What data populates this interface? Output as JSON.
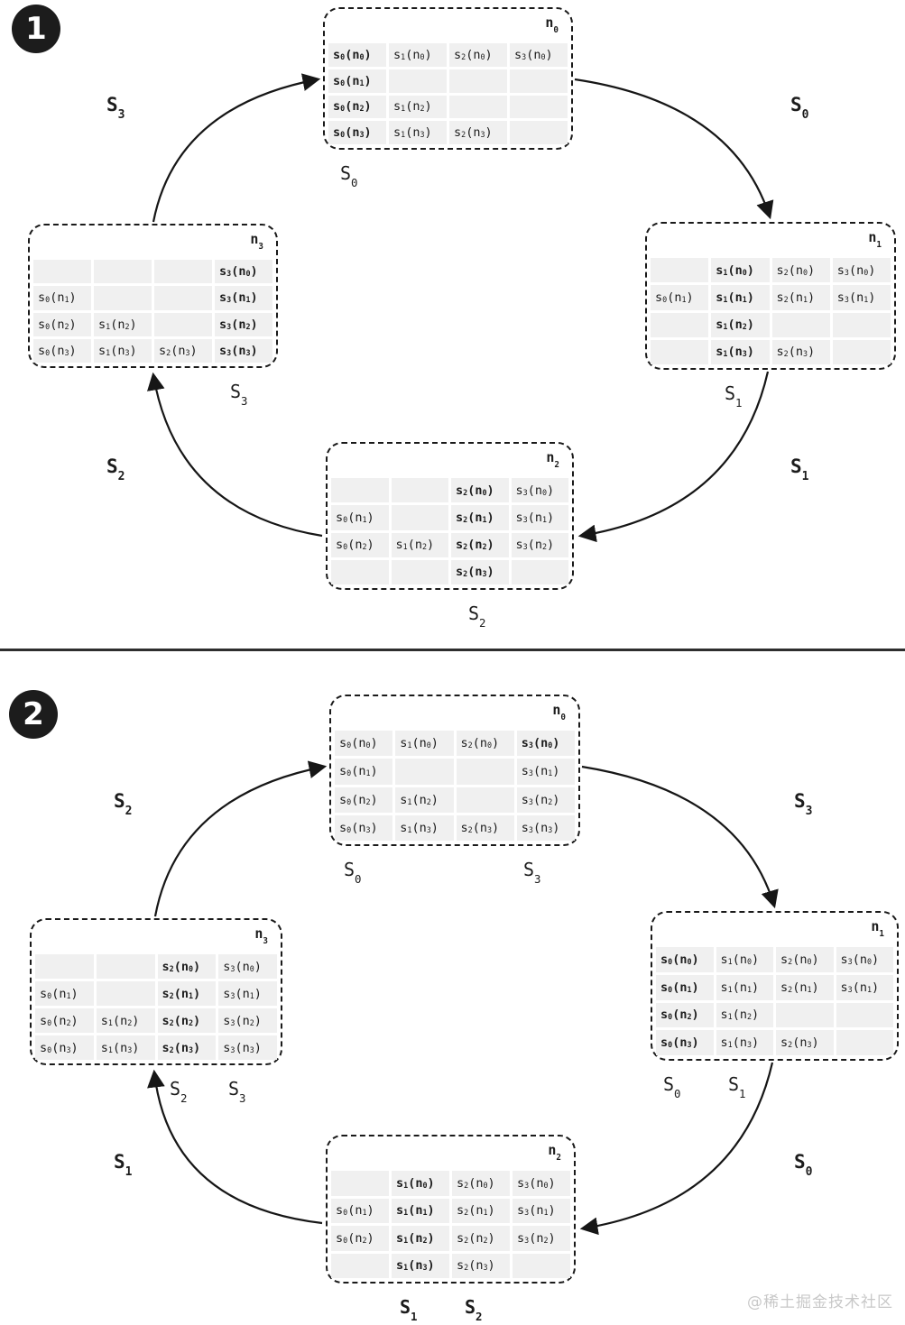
{
  "watermark": "@稀土掘金技术社区",
  "colors": {
    "cell_bg": "#f0f0f0",
    "line": "#161616",
    "badge_bg": "#1c1c1c",
    "watermark": "#c8c8c8"
  },
  "diagrams": [
    {
      "badge": "1",
      "corner_labels": {
        "top_left": "S3",
        "top_right": "S0",
        "bottom_right": "S1",
        "bottom_left": "S2"
      },
      "nodes": {
        "n0": {
          "title": "n0",
          "below": [
            {
              "t": "S0"
            }
          ],
          "cells": [
            [
              {
                "t": "s0(n0)",
                "b": 1
              },
              {
                "t": "s1(n0)"
              },
              {
                "t": "s2(n0)"
              },
              {
                "t": "s3(n0)"
              }
            ],
            [
              {
                "t": "s0(n1)",
                "b": 1
              },
              null,
              null,
              null
            ],
            [
              {
                "t": "s0(n2)",
                "b": 1
              },
              {
                "t": "s1(n2)"
              },
              null,
              null
            ],
            [
              {
                "t": "s0(n3)",
                "b": 1
              },
              {
                "t": "s1(n3)"
              },
              {
                "t": "s2(n3)"
              },
              null
            ]
          ]
        },
        "n1": {
          "title": "n1",
          "below": [
            {
              "t": "S1"
            }
          ],
          "cells": [
            [
              null,
              {
                "t": "s1(n0)",
                "b": 1
              },
              {
                "t": "s2(n0)"
              },
              {
                "t": "s3(n0)"
              }
            ],
            [
              {
                "t": "s0(n1)"
              },
              {
                "t": "s1(n1)",
                "b": 1
              },
              {
                "t": "s2(n1)"
              },
              {
                "t": "s3(n1)"
              }
            ],
            [
              null,
              {
                "t": "s1(n2)",
                "b": 1
              },
              null,
              null
            ],
            [
              null,
              {
                "t": "s1(n3)",
                "b": 1
              },
              {
                "t": "s2(n3)"
              },
              null
            ]
          ]
        },
        "n2": {
          "title": "n2",
          "below": [
            {
              "t": "S2"
            }
          ],
          "cells": [
            [
              null,
              null,
              {
                "t": "s2(n0)",
                "b": 1
              },
              {
                "t": "s3(n0)"
              }
            ],
            [
              {
                "t": "s0(n1)"
              },
              null,
              {
                "t": "s2(n1)",
                "b": 1
              },
              {
                "t": "s3(n1)"
              }
            ],
            [
              {
                "t": "s0(n2)"
              },
              {
                "t": "s1(n2)"
              },
              {
                "t": "s2(n2)",
                "b": 1
              },
              {
                "t": "s3(n2)"
              }
            ],
            [
              null,
              null,
              {
                "t": "s2(n3)",
                "b": 1
              },
              null
            ]
          ]
        },
        "n3": {
          "title": "n3",
          "below": [
            {
              "t": "S3"
            }
          ],
          "cells": [
            [
              null,
              null,
              null,
              {
                "t": "s3(n0)",
                "b": 1
              }
            ],
            [
              {
                "t": "s0(n1)"
              },
              null,
              null,
              {
                "t": "s3(n1)",
                "b": 1
              }
            ],
            [
              {
                "t": "s0(n2)"
              },
              {
                "t": "s1(n2)"
              },
              null,
              {
                "t": "s3(n2)",
                "b": 1
              }
            ],
            [
              {
                "t": "s0(n3)"
              },
              {
                "t": "s1(n3)"
              },
              {
                "t": "s2(n3)"
              },
              {
                "t": "s3(n3)",
                "b": 1
              }
            ]
          ]
        }
      }
    },
    {
      "badge": "2",
      "corner_labels": {
        "top_left": "S2",
        "top_right": "S3",
        "bottom_right": "S0",
        "bottom_left": "S1"
      },
      "nodes": {
        "n0": {
          "title": "n0",
          "below": [
            {
              "t": "S0"
            },
            {
              "t": "S3"
            }
          ],
          "cells": [
            [
              {
                "t": "s0(n0)"
              },
              {
                "t": "s1(n0)"
              },
              {
                "t": "s2(n0)"
              },
              {
                "t": "s3(n0)",
                "b": 1
              }
            ],
            [
              {
                "t": "s0(n1)"
              },
              null,
              null,
              {
                "t": "s3(n1)"
              }
            ],
            [
              {
                "t": "s0(n2)"
              },
              {
                "t": "s1(n2)"
              },
              null,
              {
                "t": "s3(n2)"
              }
            ],
            [
              {
                "t": "s0(n3)"
              },
              {
                "t": "s1(n3)"
              },
              {
                "t": "s2(n3)"
              },
              {
                "t": "s3(n3)"
              }
            ]
          ]
        },
        "n1": {
          "title": "n1",
          "below": [
            {
              "t": "S0"
            },
            {
              "t": "S1"
            }
          ],
          "cells": [
            [
              {
                "t": "s0(n0)",
                "b": 1
              },
              {
                "t": "s1(n0)"
              },
              {
                "t": "s2(n0)"
              },
              {
                "t": "s3(n0)"
              }
            ],
            [
              {
                "t": "s0(n1)",
                "b": 1
              },
              {
                "t": "s1(n1)"
              },
              {
                "t": "s2(n1)"
              },
              {
                "t": "s3(n1)"
              }
            ],
            [
              {
                "t": "s0(n2)",
                "b": 1
              },
              {
                "t": "s1(n2)"
              },
              null,
              null
            ],
            [
              {
                "t": "s0(n3)",
                "b": 1
              },
              {
                "t": "s1(n3)"
              },
              {
                "t": "s2(n3)"
              },
              null
            ]
          ]
        },
        "n2": {
          "title": "n2",
          "below": [
            {
              "t": "S1",
              "b": 1
            },
            {
              "t": "S2",
              "b": 1
            }
          ],
          "cells": [
            [
              null,
              {
                "t": "s1(n0)",
                "b": 1
              },
              {
                "t": "s2(n0)"
              },
              {
                "t": "s3(n0)"
              }
            ],
            [
              {
                "t": "s0(n1)"
              },
              {
                "t": "s1(n1)",
                "b": 1
              },
              {
                "t": "s2(n1)"
              },
              {
                "t": "s3(n1)"
              }
            ],
            [
              {
                "t": "s0(n2)"
              },
              {
                "t": "s1(n2)",
                "b": 1
              },
              {
                "t": "s2(n2)"
              },
              {
                "t": "s3(n2)"
              }
            ],
            [
              null,
              {
                "t": "s1(n3)",
                "b": 1
              },
              {
                "t": "s2(n3)"
              },
              null
            ]
          ]
        },
        "n3": {
          "title": "n3",
          "below": [
            {
              "t": "S2"
            },
            {
              "t": "S3"
            }
          ],
          "cells": [
            [
              null,
              null,
              {
                "t": "s2(n0)",
                "b": 1
              },
              {
                "t": "s3(n0)"
              }
            ],
            [
              {
                "t": "s0(n1)"
              },
              null,
              {
                "t": "s2(n1)",
                "b": 1
              },
              {
                "t": "s3(n1)"
              }
            ],
            [
              {
                "t": "s0(n2)"
              },
              {
                "t": "s1(n2)"
              },
              {
                "t": "s2(n2)",
                "b": 1
              },
              {
                "t": "s3(n2)"
              }
            ],
            [
              {
                "t": "s0(n3)"
              },
              {
                "t": "s1(n3)"
              },
              {
                "t": "s2(n3)",
                "b": 1
              },
              {
                "t": "s3(n3)"
              }
            ]
          ]
        }
      }
    }
  ]
}
